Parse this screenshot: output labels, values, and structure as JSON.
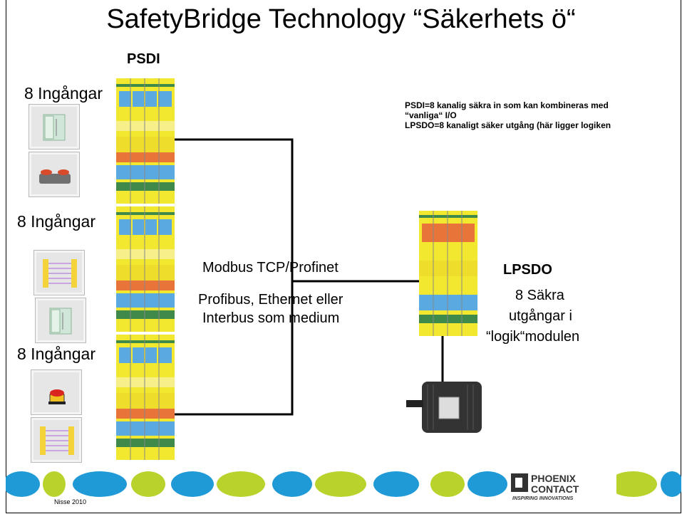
{
  "title": "SafetyBridge Technology “Säkerhets ö“",
  "psdi_label": "PSDI",
  "inputs_label": "8 Ingångar",
  "note": {
    "line1": "PSDI=8 kanalig säkra in som kan kombineras med",
    "line2": "“vanliga“ I/O",
    "line3": "LPSDO=8 kanaligt säker utgång (här ligger logiken"
  },
  "bus_label": "Modbus TCP/Profinet",
  "medium_line1": "Profibus, Ethernet eller",
  "medium_line2": "Interbus som medium",
  "lpsdo": {
    "label": "LPSDO",
    "line1": "8 Säkra",
    "line2": "utgångar i",
    "line3": "“logik“modulen"
  },
  "footer": {
    "author": "Nisse 2010",
    "logo_line1": "PHOENIX",
    "logo_line2": "CONTACT",
    "logo_tagline": "INSPIRING INNOVATIONS"
  },
  "colors": {
    "module_yellow": "#f2e830",
    "module_orange": "#e8743a",
    "module_blue": "#5aa9e0",
    "module_green": "#3f8a4a",
    "footer_blue": "#1f9ad6",
    "footer_green": "#b9d22c"
  }
}
